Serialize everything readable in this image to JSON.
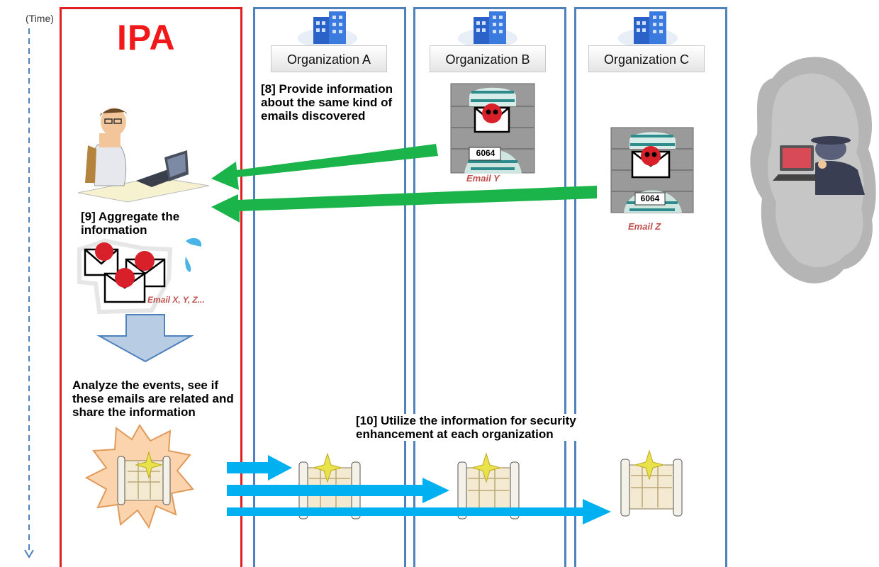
{
  "time_axis": {
    "label": "(Time)"
  },
  "ipa": {
    "label": "IPA"
  },
  "organizations": [
    {
      "label": "Organization A"
    },
    {
      "label": "Organization B"
    },
    {
      "label": "Organization C"
    }
  ],
  "steps": {
    "step8": "[8] Provide information about the same kind of emails discovered",
    "step9": "[9] Aggregate the information",
    "analyze": "Analyze the events, see if these emails are related and share the information",
    "step10": "[10] Utilize the information for security enhancement at each organization"
  },
  "emails": {
    "email_y": "Email Y",
    "email_z": "Email Z",
    "aggregate": "Email X, Y, Z..."
  },
  "prisoner_number": "6064",
  "colors": {
    "ipa_border": "#e02020",
    "org_border": "#4f81bd",
    "report_arrow": "#1ab44a",
    "share_arrow": "#00b0f0",
    "email_tag": "#c0504d"
  }
}
